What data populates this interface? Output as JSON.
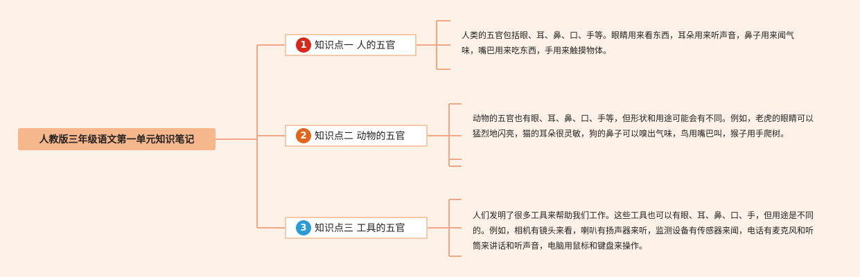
{
  "colors": {
    "line": "#f4a584",
    "background": "#fdf1e8",
    "root_fill": "#f7b78c",
    "branch_border": "#f7c9a8"
  },
  "root": {
    "label": "人教版三年级语文第一单元知识笔记"
  },
  "branches": [
    {
      "number": "1",
      "badge_color": "#d7281c",
      "label": "知识点一 人的五官",
      "note": "人类的五官包括眼、耳、鼻、口、手等。眼睛用来看东西，耳朵用来听声音，鼻子用来闻气味，嘴巴用来吃东西，手用来触摸物体。"
    },
    {
      "number": "2",
      "badge_color": "#e0651d",
      "label": "知识点二 动物的五官",
      "note": "动物的五官也有眼、耳、鼻、口、手等，但形状和用途可能会有不同。例如，老虎的眼睛可以猛烈地闪亮，猫的耳朵很灵敏，狗的鼻子可以嗅出气味，鸟用嘴巴叫，猴子用手爬树。"
    },
    {
      "number": "3",
      "badge_color": "#2b9bd6",
      "label": "知识点三 工具的五官",
      "note": "人们发明了很多工具来帮助我们工作。这些工具也可以有眼、耳、鼻、口、手，但用途是不同的。例如，相机有镜头来看，喇叭有扬声器来听，监测设备有传感器来闻，电话有麦克风和听筒来讲话和听声音，电脑用鼠标和键盘来操作。"
    }
  ]
}
